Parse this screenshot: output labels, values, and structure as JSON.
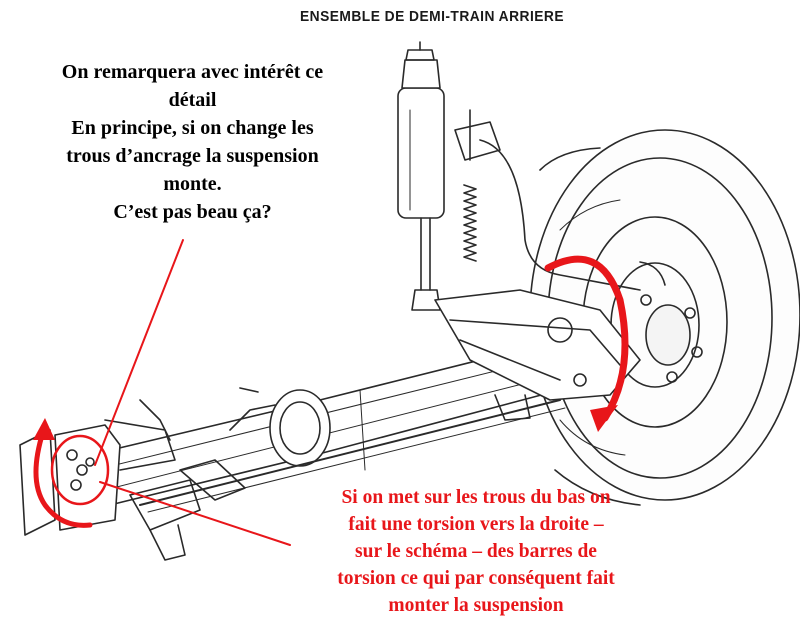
{
  "diagram": {
    "title": "ENSEMBLE DE DEMI-TRAIN ARRIERE",
    "top_note": [
      "On remarquera avec intérêt ce",
      "détail",
      "En principe, si on change les",
      "trous d’ancrage la suspension",
      "monte.",
      "C’est pas beau ça?"
    ],
    "bottom_note": [
      "Si on met sur les trous du bas on",
      "fait une torsion vers la droite –",
      "sur le schéma – des barres de",
      "torsion ce qui par conséquent fait",
      "monter la suspension"
    ],
    "colors": {
      "annotation_red": "#e8161a",
      "line_art": "#2a2a2a",
      "text": "#000000"
    }
  }
}
